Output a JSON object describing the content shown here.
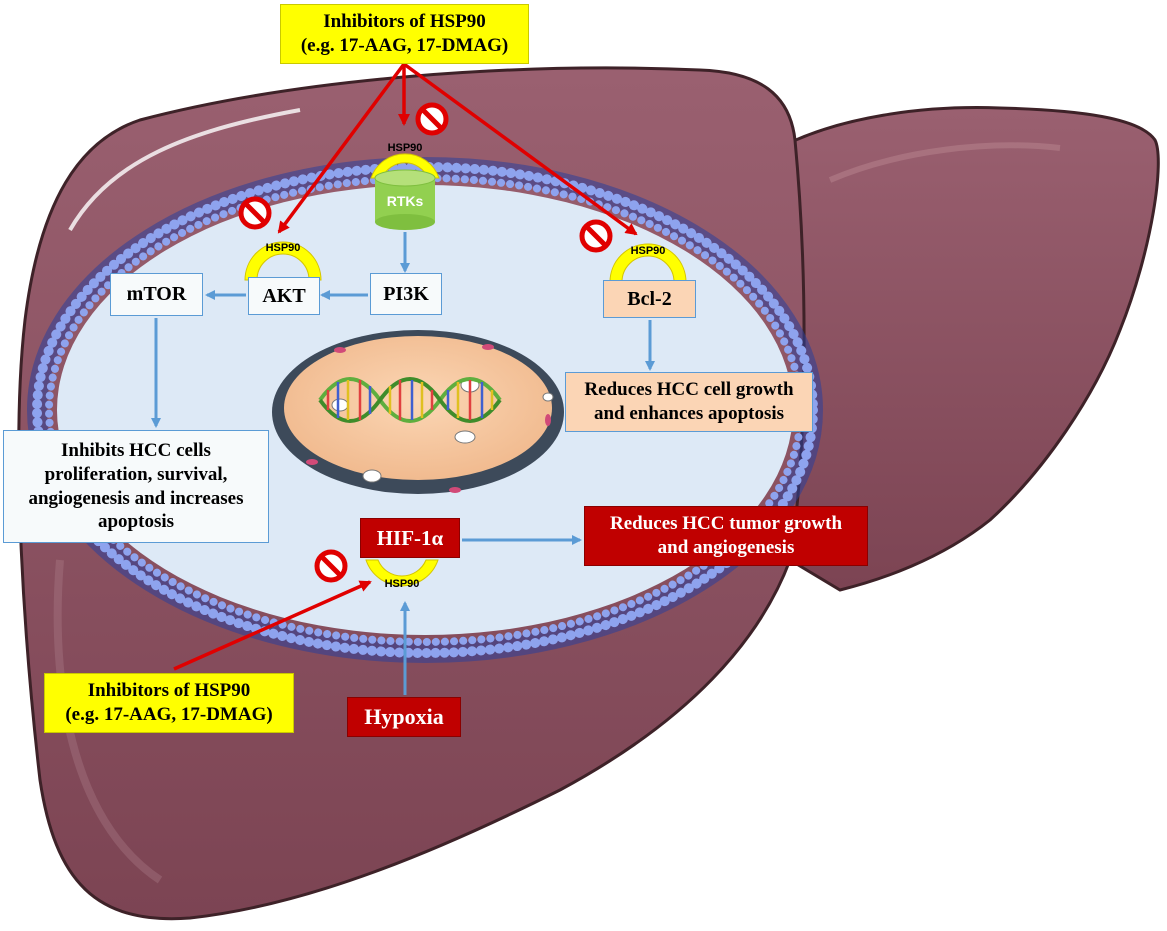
{
  "top_inhibitor": {
    "line1": "Inhibitors of HSP90",
    "line2": "(e.g. 17-AAG, 17-DMAG)"
  },
  "bottom_inhibitor": {
    "line1": "Inhibitors of HSP90",
    "line2": "(e.g. 17-AAG, 17-DMAG)"
  },
  "nodes": {
    "rtks": "RTKs",
    "pi3k": "PI3K",
    "akt": "AKT",
    "mtor": "mTOR",
    "bcl2": "Bcl-2",
    "hif1a": "HIF-1α",
    "hypoxia": "Hypoxia"
  },
  "chaperone_label": "HSP90",
  "outcomes": {
    "mtor_effect": {
      "line1": "Inhibits HCC cells",
      "line2": "proliferation, survival,",
      "line3": "angiogenesis and increases",
      "line4": "apoptosis"
    },
    "bcl2_effect": {
      "line1": "Reduces HCC cell growth",
      "line2": "and enhances apoptosis"
    },
    "hif_effect": {
      "line1": "Reduces HCC tumor growth",
      "line2": "and angiogenesis"
    }
  },
  "colors": {
    "liver": "#8a4f5e",
    "cell": "#dde9f6",
    "membrane": "#6f86d6",
    "inhibitor_arrow": "#e00000",
    "pathway_arrow": "#5b9bd5",
    "hsp90": "#ffff00",
    "rtk": "#92d050"
  }
}
